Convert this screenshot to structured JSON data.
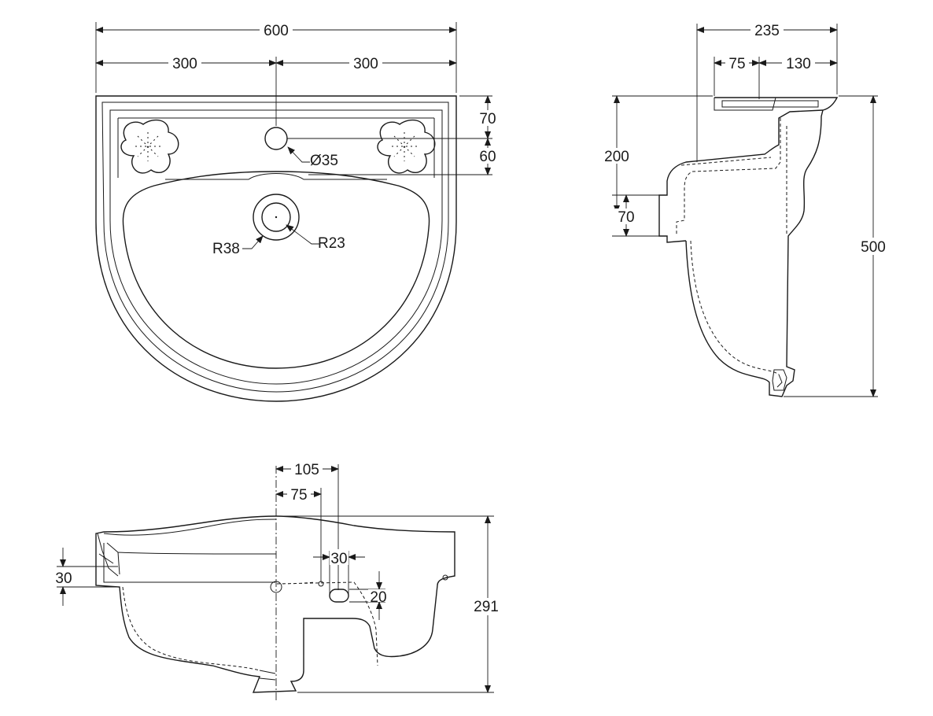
{
  "plan_view": {
    "overall_width": "600",
    "left_half": "300",
    "right_half": "300",
    "tap_hole_offset": "70",
    "deck_depth": "60",
    "tap_hole_diameter": "Ø35",
    "waste_outer_radius": "R38",
    "waste_inner_radius": "R23"
  },
  "side_view": {
    "overall_depth": "235",
    "offset_small": "75",
    "offset_large": "130",
    "bracket_height": "200",
    "outlet_height": "70",
    "overall_height": "500"
  },
  "front_view": {
    "dim_105": "105",
    "dim_75": "75",
    "dim_30_horizontal": "30",
    "dim_30_vertical": "30",
    "dim_20": "20",
    "overall_height": "291"
  },
  "colors": {
    "line": "#1a1a1a",
    "background": "#ffffff"
  }
}
